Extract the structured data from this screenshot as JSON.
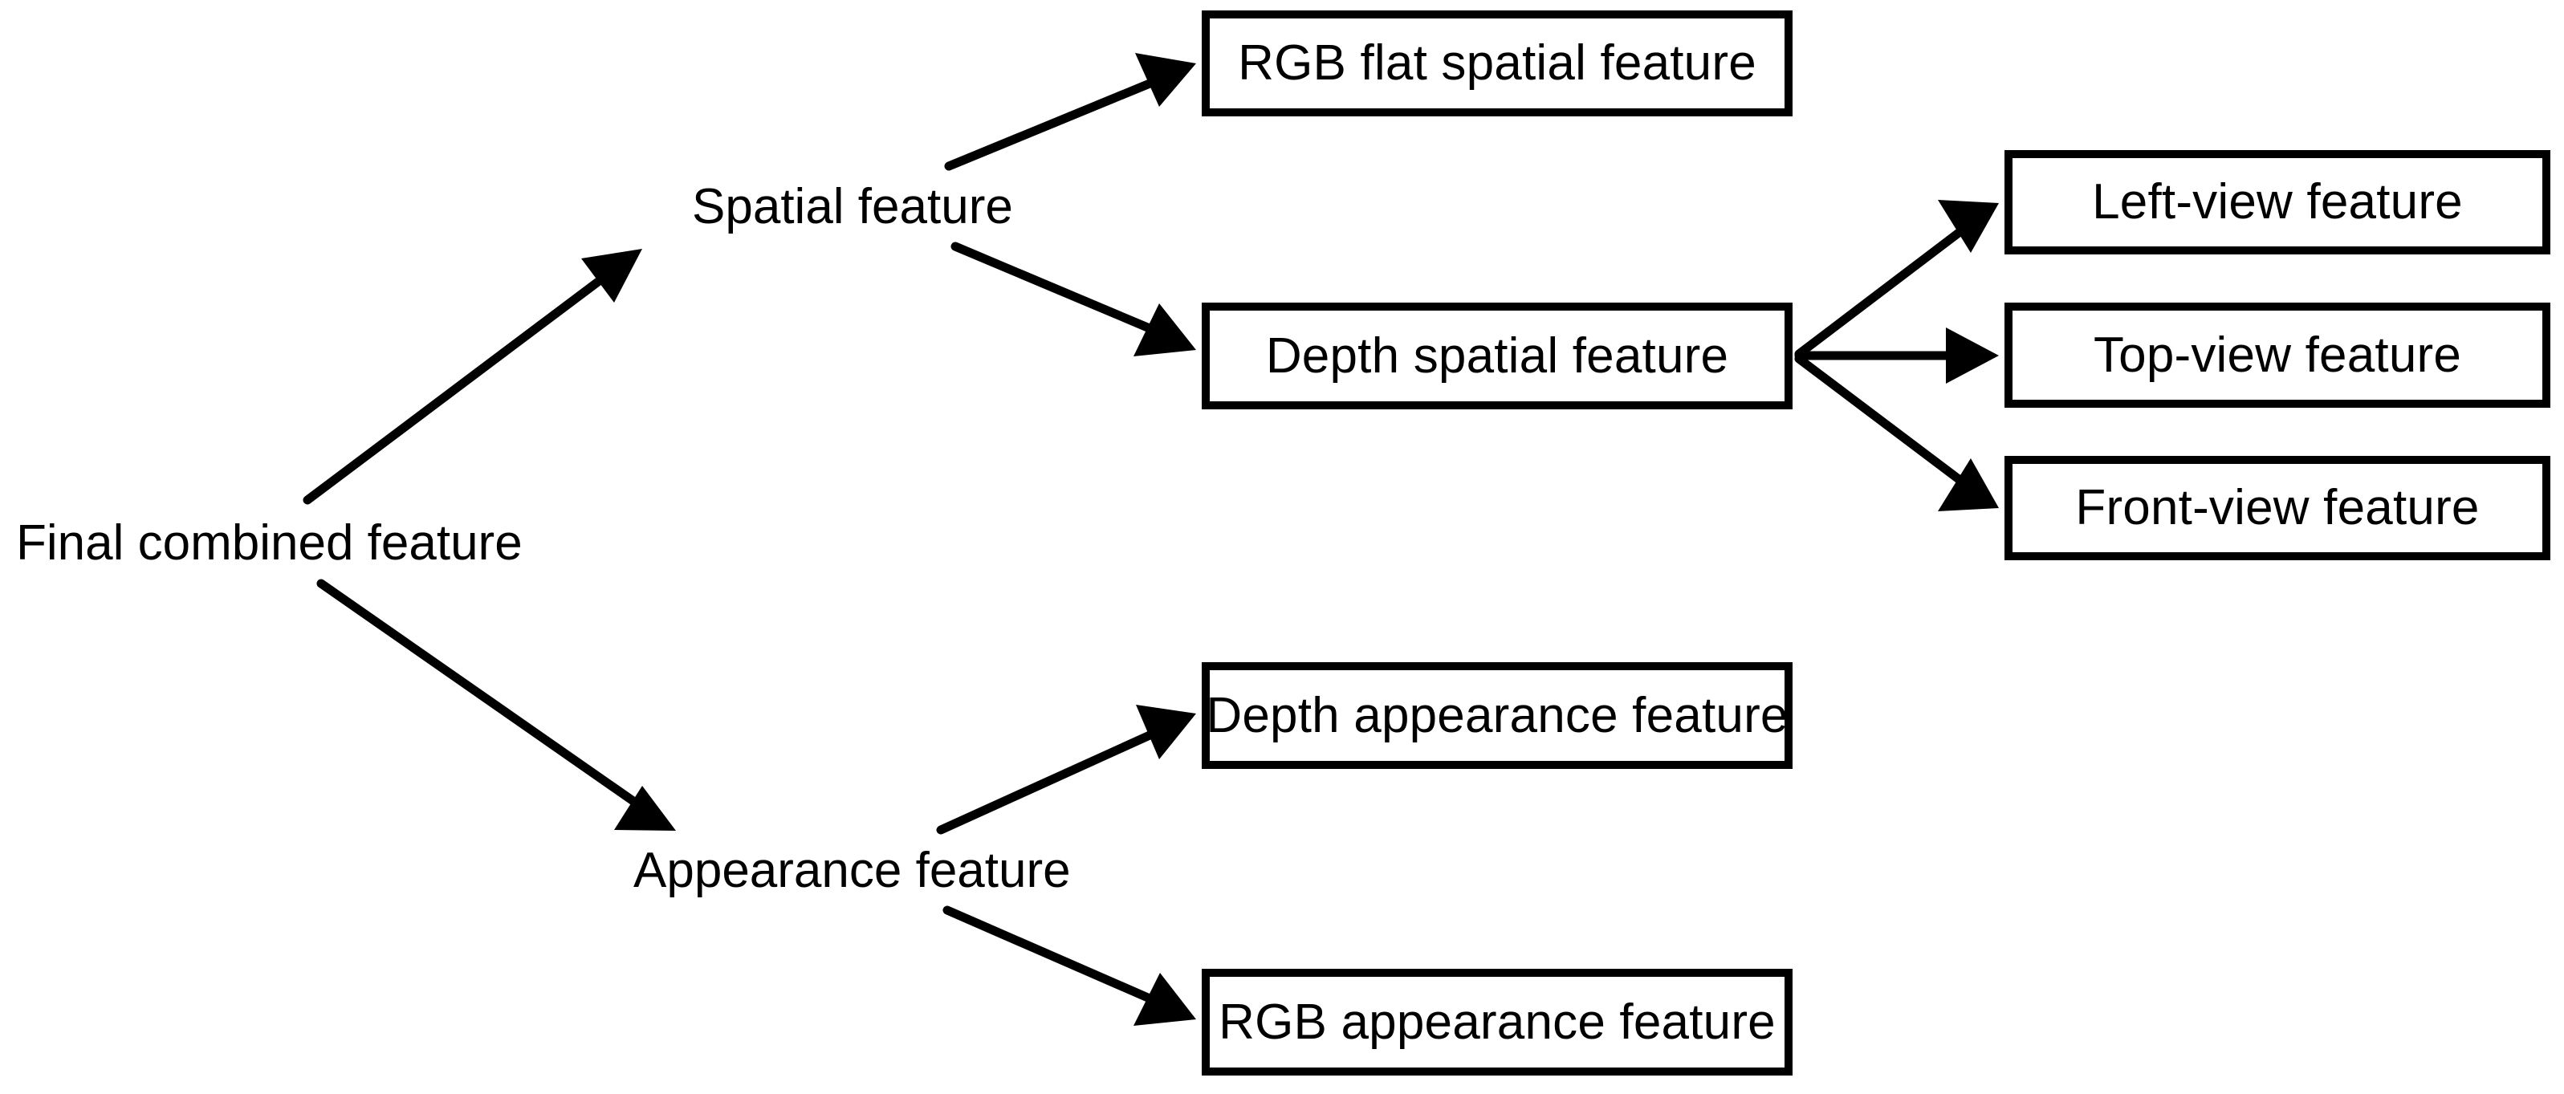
{
  "diagram": {
    "type": "tree-flowchart",
    "orientation": "left-to-right",
    "background_color": "#ffffff",
    "line_color": "#000000",
    "text_color": "#000000",
    "root": {
      "id": "final-combined-feature",
      "label": "Final combined feature",
      "style": "plain-text"
    },
    "plain_nodes": [
      {
        "id": "final-combined-feature",
        "label": "Final combined feature"
      },
      {
        "id": "spatial-feature",
        "label": "Spatial feature"
      },
      {
        "id": "appearance-feature",
        "label": "Appearance feature"
      }
    ],
    "boxed_nodes": [
      {
        "id": "rgb-flat-spatial-feature",
        "label": "RGB flat spatial feature"
      },
      {
        "id": "depth-spatial-feature",
        "label": "Depth spatial feature"
      },
      {
        "id": "left-view-feature",
        "label": "Left-view feature"
      },
      {
        "id": "top-view-feature",
        "label": "Top-view feature"
      },
      {
        "id": "front-view-feature",
        "label": "Front-view feature"
      },
      {
        "id": "depth-appearance-feature",
        "label": "Depth appearance feature"
      },
      {
        "id": "rgb-appearance-feature",
        "label": "RGB appearance feature"
      }
    ],
    "edges": [
      {
        "from": "final-combined-feature",
        "to": "spatial-feature"
      },
      {
        "from": "final-combined-feature",
        "to": "appearance-feature"
      },
      {
        "from": "spatial-feature",
        "to": "rgb-flat-spatial-feature"
      },
      {
        "from": "spatial-feature",
        "to": "depth-spatial-feature"
      },
      {
        "from": "depth-spatial-feature",
        "to": "left-view-feature"
      },
      {
        "from": "depth-spatial-feature",
        "to": "top-view-feature"
      },
      {
        "from": "depth-spatial-feature",
        "to": "front-view-feature"
      },
      {
        "from": "appearance-feature",
        "to": "depth-appearance-feature"
      },
      {
        "from": "appearance-feature",
        "to": "rgb-appearance-feature"
      }
    ]
  },
  "labels": {
    "final_combined_feature": "Final combined feature",
    "spatial_feature": "Spatial feature",
    "appearance_feature": "Appearance feature",
    "rgb_flat_spatial_feature": "RGB flat spatial feature",
    "depth_spatial_feature": "Depth spatial feature",
    "left_view_feature": "Left-view feature",
    "top_view_feature": "Top-view feature",
    "front_view_feature": "Front-view feature",
    "depth_appearance_feature": "Depth appearance feature",
    "rgb_appearance_feature": "RGB appearance feature"
  }
}
